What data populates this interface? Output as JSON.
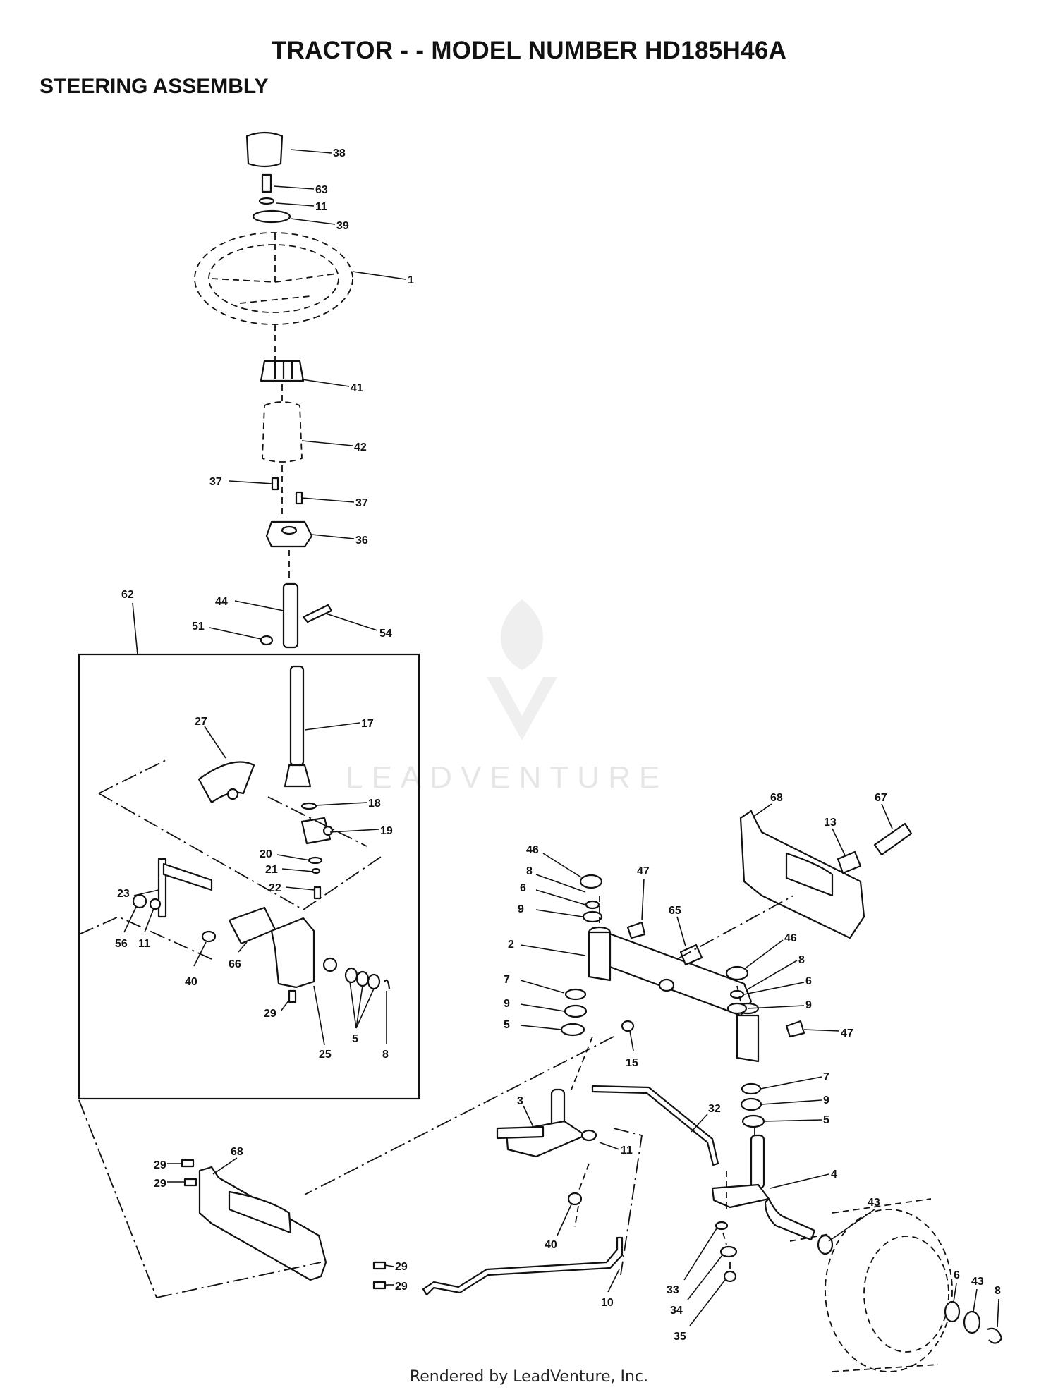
{
  "header": {
    "title": "TRACTOR - - MODEL NUMBER HD185H46A",
    "subtitle": "STEERING ASSEMBLY"
  },
  "watermark": {
    "text": "LEADVENTURE"
  },
  "footer": {
    "text": "Rendered by LeadVenture, Inc."
  },
  "callouts": [
    "38",
    "63",
    "11",
    "39",
    "1",
    "41",
    "42",
    "37",
    "37",
    "36",
    "62",
    "44",
    "51",
    "54",
    "17",
    "27",
    "18",
    "19",
    "20",
    "21",
    "22",
    "23",
    "56",
    "11",
    "40",
    "66",
    "29",
    "25",
    "5",
    "8",
    "68",
    "67",
    "13",
    "46",
    "8",
    "6",
    "9",
    "47",
    "65",
    "2",
    "46",
    "8",
    "6",
    "7",
    "9",
    "9",
    "5",
    "15",
    "47",
    "7",
    "9",
    "5",
    "3",
    "32",
    "11",
    "4",
    "43",
    "68",
    "29",
    "29",
    "40",
    "33",
    "34",
    "35",
    "29",
    "29",
    "10",
    "6",
    "43",
    "8"
  ]
}
